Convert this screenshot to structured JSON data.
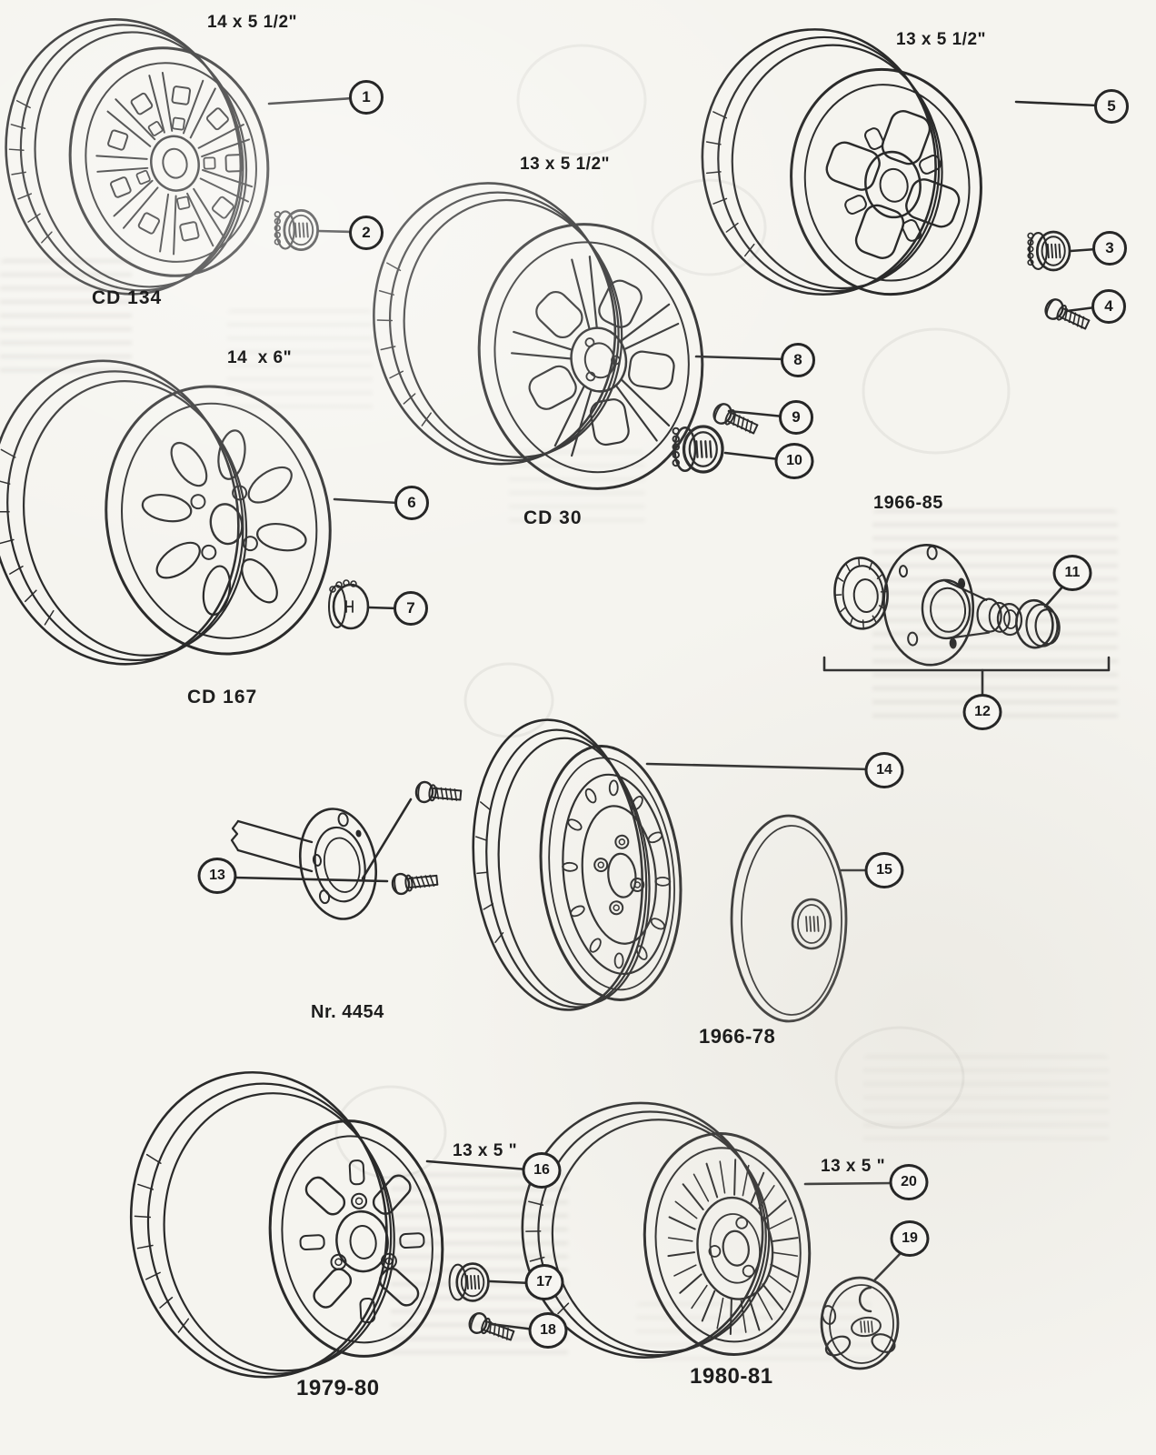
{
  "diagram": {
    "labels": {
      "size_cd134": "14 x 5 1/2\"",
      "code_cd134": "CD 134",
      "size_top_right": "13 x 5 1/2\"",
      "size_cd30": "13 x 5 1/2\"",
      "code_cd30": "CD 30",
      "size_cd167": "14  x 6\"",
      "code_cd167": "CD 167",
      "years_hub": "1966-85",
      "ref_axle": "Nr. 4454",
      "years_hubcap": "1966-78",
      "size_1979": "13 x 5 \"",
      "years_1979": "1979-80",
      "size_1980": "13 x 5 \"",
      "years_1980": "1980-81"
    },
    "callouts": [
      "1",
      "2",
      "3",
      "4",
      "5",
      "6",
      "7",
      "8",
      "9",
      "10",
      "11",
      "12",
      "13",
      "14",
      "15",
      "16",
      "17",
      "18",
      "19",
      "20"
    ],
    "groups": [
      {
        "figure": "alloy-wheel-cd134",
        "size": "14 x 5 1/2\"",
        "code": "CD 134",
        "callouts": [
          "1",
          "2"
        ]
      },
      {
        "figure": "alloy-wheel-top-right",
        "size": "13 x 5 1/2\"",
        "callouts": [
          "5",
          "3",
          "4"
        ]
      },
      {
        "figure": "alloy-wheel-cd30",
        "size": "13 x 5 1/2\"",
        "code": "CD 30",
        "callouts": [
          "8",
          "9",
          "10"
        ]
      },
      {
        "figure": "alloy-wheel-cd167",
        "size": "14  x 6\"",
        "code": "CD 167",
        "callouts": [
          "6",
          "7"
        ]
      },
      {
        "figure": "rear-hub-assembly",
        "years": "1966-85",
        "callouts": [
          "11",
          "12"
        ]
      },
      {
        "figure": "axle-flange-with-bolts",
        "ref": "Nr. 4454",
        "callouts": [
          "13"
        ]
      },
      {
        "figure": "steel-wheel-with-hubcap",
        "years": "1966-78",
        "callouts": [
          "14",
          "15"
        ]
      },
      {
        "figure": "wheel-1979-80",
        "size": "13 x 5 \"",
        "years": "1979-80",
        "callouts": [
          "16",
          "17",
          "18"
        ]
      },
      {
        "figure": "wheel-1980-81",
        "size": "13 x 5 \"",
        "years": "1980-81",
        "callouts": [
          "20",
          "19"
        ]
      }
    ]
  }
}
